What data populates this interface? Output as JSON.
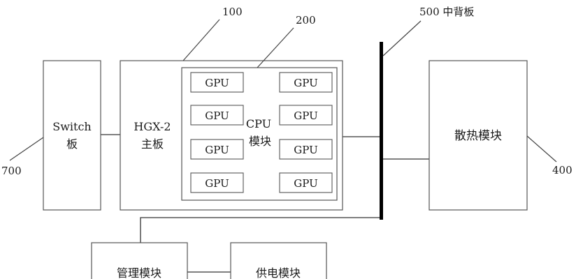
{
  "title": "",
  "nodes": {
    "switch_board": {
      "lines": [
        "Switch",
        "板"
      ]
    },
    "hgx2_board": {
      "lines": [
        "HGX-2",
        "主板"
      ]
    },
    "cpu_module": {
      "lines": [
        "CPU",
        "模块"
      ]
    },
    "gpus": [
      "GPU",
      "GPU",
      "GPU",
      "GPU",
      "GPU",
      "GPU",
      "GPU",
      "GPU"
    ],
    "cooling_module": {
      "label": "散热模块"
    },
    "management_module": {
      "label": "管理模块"
    },
    "power_module": {
      "label": "供电模块"
    }
  },
  "refs": {
    "r100": "100",
    "r200": "200",
    "r400": "400",
    "r500": "500 中背板",
    "r700": "700"
  }
}
